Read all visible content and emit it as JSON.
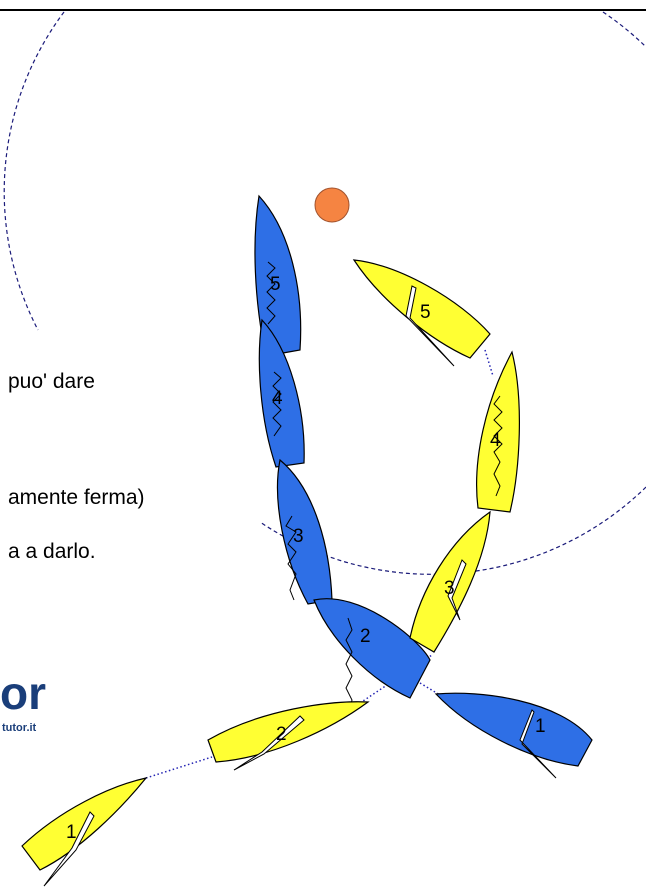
{
  "text": {
    "line1": "puo' dare",
    "line2": "amente ferma)",
    "line3": "a a darlo."
  },
  "logo": {
    "main": "or",
    "sub": "tutor.it"
  },
  "colors": {
    "blue_boat": "#2e6fe6",
    "yellow_boat": "#ffff33",
    "mark": "#f58442",
    "circle": "#1b1b7a",
    "track": "#2323b3"
  },
  "boats": {
    "blue": [
      {
        "label": "5"
      },
      {
        "label": "4"
      },
      {
        "label": "3"
      },
      {
        "label": "2"
      },
      {
        "label": "1"
      }
    ],
    "yellow": [
      {
        "label": "5"
      },
      {
        "label": "4"
      },
      {
        "label": "3"
      },
      {
        "label": "2"
      },
      {
        "label": "1"
      }
    ]
  }
}
